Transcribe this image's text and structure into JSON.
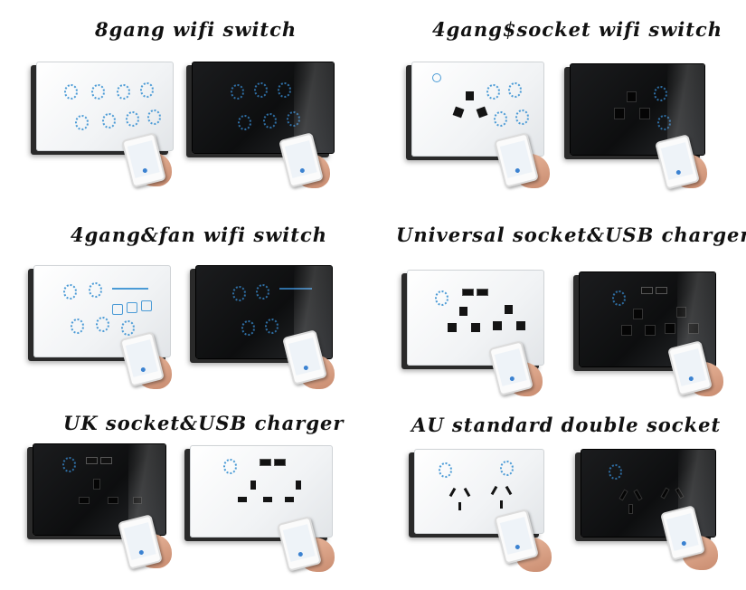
{
  "titles": {
    "t1": "8gang wifi switch",
    "t2": "4gang$socket wifi switch",
    "t3": "4gang&fan wifi switch",
    "t4": "Universal socket&USB charger",
    "t5": "UK socket&USB charger",
    "t6": "AU standard double socket"
  },
  "colors": {
    "touch_blue": "#4b9bd6",
    "panel_white": "#f4f5f6",
    "panel_black": "#111214"
  }
}
